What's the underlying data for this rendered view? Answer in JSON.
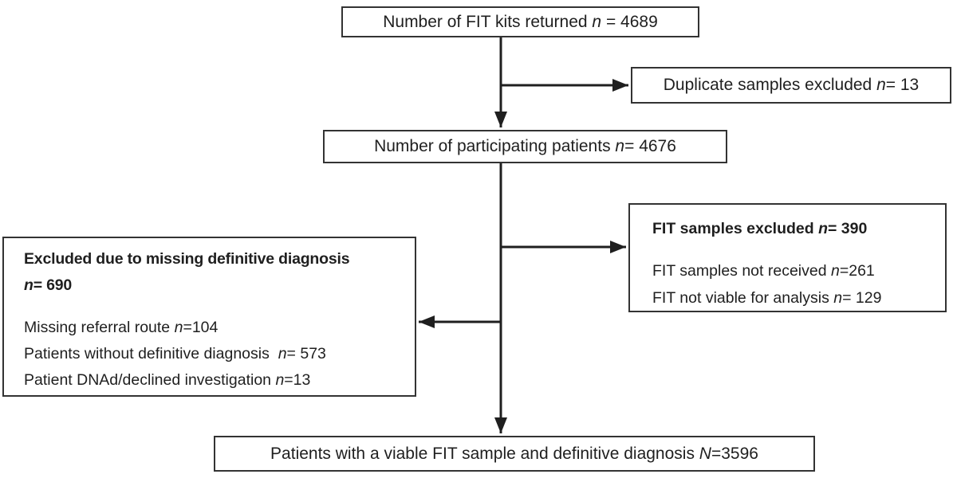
{
  "colors": {
    "line": "#1f1f1f",
    "box_border": "#333333",
    "text": "#1f1f1f",
    "background": "#ffffff"
  },
  "boxes": {
    "fit_kits": {
      "pre": "Number of FIT kits returned ",
      "var": "n",
      "post": " = 4689"
    },
    "duplicate": {
      "pre": "Duplicate samples excluded ",
      "var": "n",
      "post": "= 13"
    },
    "participating": {
      "pre": "Number of participating patients ",
      "var": "n",
      "post": "= 4676"
    },
    "fit_excluded": {
      "title": {
        "pre": "FIT samples excluded ",
        "var": "n",
        "post": "= 390"
      },
      "items": [
        {
          "pre": "FIT samples not received ",
          "var": "n",
          "post": "=261"
        },
        {
          "pre": "FIT not viable for analysis ",
          "var": "n",
          "post": "= 129"
        }
      ]
    },
    "missing_diagnosis": {
      "title_line1": "Excluded due to missing definitive diagnosis",
      "title_line2": {
        "var": "n",
        "post": "= 690"
      },
      "items": [
        {
          "pre": "Missing referral route ",
          "var": "n",
          "post": "=104"
        },
        {
          "pre": "Patients without definitive diagnosis  ",
          "var": "n",
          "post": "= 573"
        },
        {
          "pre": "Patient DNAd/declined investigation ",
          "var": "n",
          "post": "=13"
        }
      ]
    },
    "final": {
      "pre": "Patients with a viable FIT sample and definitive diagnosis ",
      "var": "N",
      "post": "=3596"
    }
  }
}
